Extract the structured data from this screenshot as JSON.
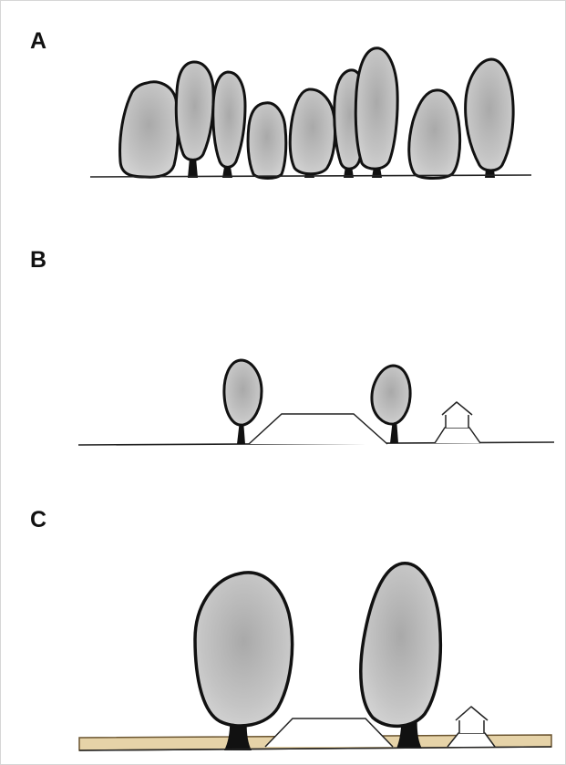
{
  "panels": [
    {
      "label": "A"
    },
    {
      "label": "B"
    },
    {
      "label": "C"
    }
  ],
  "colors": {
    "canopy_fill": "#c2c2c2",
    "canopy_outline": "#111111",
    "trunk": "#111111",
    "ground_line": "#222222",
    "soil_layer": "#e6d3a8",
    "dike_fill": "#ffffff"
  }
}
